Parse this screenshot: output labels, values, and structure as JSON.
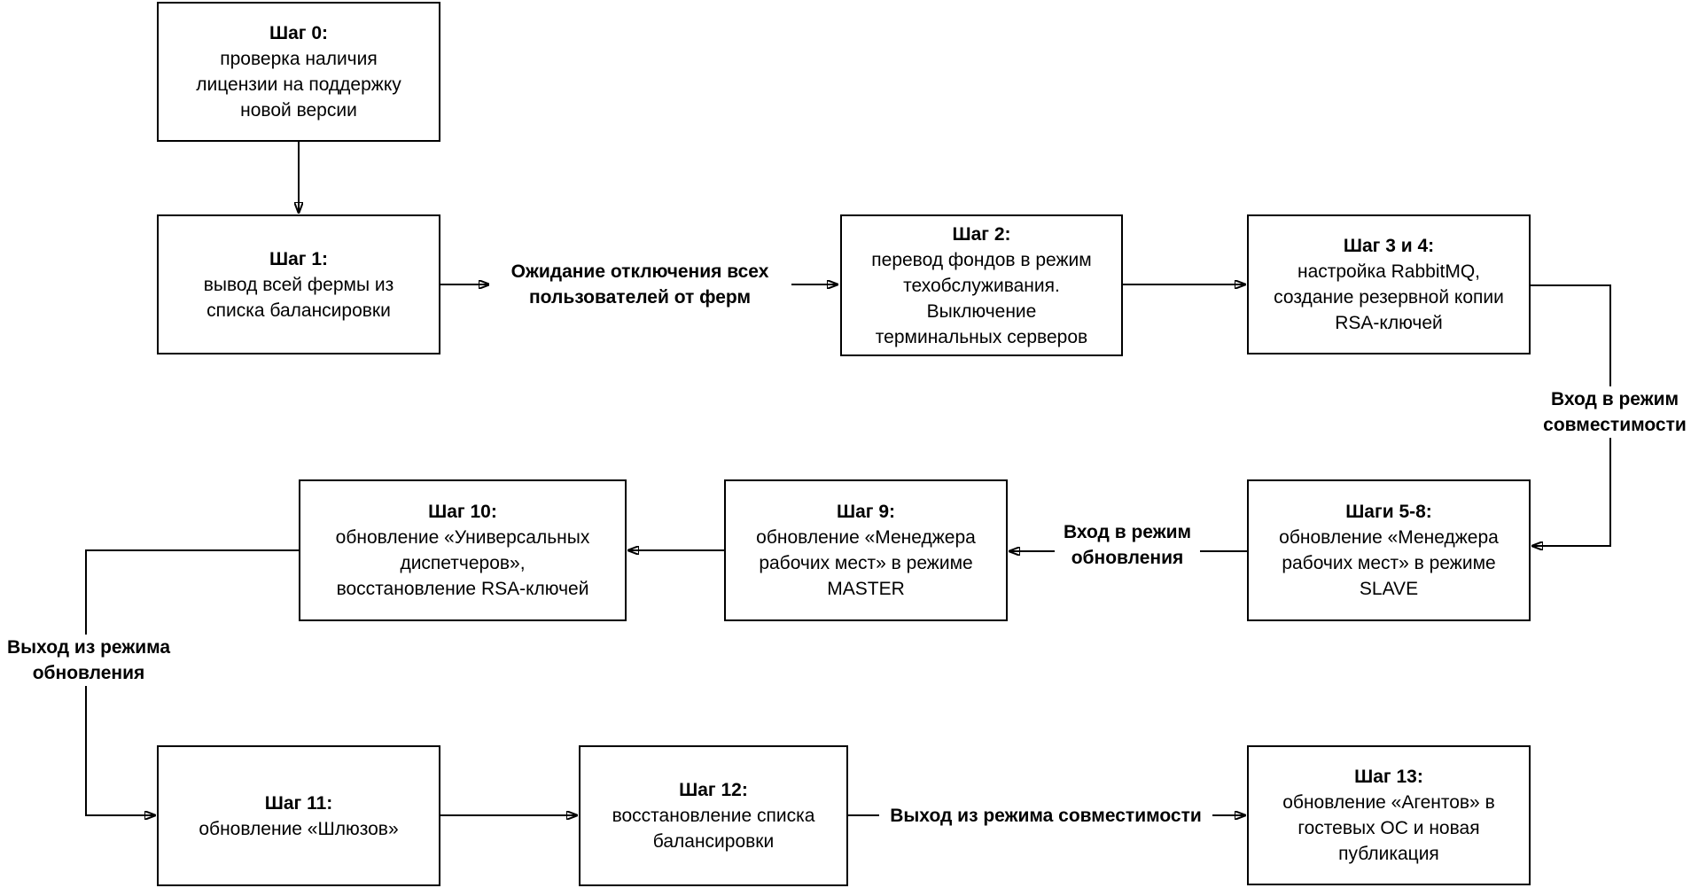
{
  "diagram": {
    "background": "#ffffff",
    "line_color": "#000000",
    "text_color": "#000000",
    "box_fill": "#ffffff",
    "nodes": [
      {
        "id": "step-0",
        "title": "Шаг 0:",
        "body": "проверка наличия\nлицензии на поддержку\nновой версии"
      },
      {
        "id": "step-1",
        "title": "Шаг 1:",
        "body": "вывод всей фермы из\nсписка балансировки"
      },
      {
        "id": "step-2",
        "title": "Шаг 2:",
        "body": "перевод фондов в режим\nтехобслуживания.\nВыключение\nтерминальных серверов"
      },
      {
        "id": "step-3-4",
        "title": "Шаг 3 и 4:",
        "body": "настройка RabbitMQ,\nсоздание резервной копии\nRSA-ключей"
      },
      {
        "id": "steps-5-8",
        "title": "Шаги 5-8:",
        "body": "обновление «Менеджера\nрабочих мест» в режиме\nSLAVE"
      },
      {
        "id": "step-9",
        "title": "Шаг 9:",
        "body": "обновление «Менеджера\nрабочих мест» в режиме\nMASTER"
      },
      {
        "id": "step-10",
        "title": "Шаг 10:",
        "body": "обновление «Универсальных\nдиспетчеров»,\nвосстановление RSA-ключей"
      },
      {
        "id": "step-11",
        "title": "Шаг 11:",
        "body": "обновление «Шлюзов»"
      },
      {
        "id": "step-12",
        "title": "Шаг 12:",
        "body": "восстановление списка\nбалансировки"
      },
      {
        "id": "step-13",
        "title": "Шаг 13:",
        "body": "обновление «Агентов» в\nгостевых ОС и новая\nпубликация"
      }
    ],
    "edge_labels": [
      {
        "id": "wait-users",
        "text": "Ожидание отключения всех\nпользователей от ферм"
      },
      {
        "id": "enter-compat",
        "text": "Вход в режим\nсовместимости"
      },
      {
        "id": "enter-update",
        "text": "Вход в режим\nобновления"
      },
      {
        "id": "exit-update",
        "text": "Выход из режима\nобновления"
      },
      {
        "id": "exit-compat",
        "text": "Выход из режима совместимости"
      }
    ]
  }
}
